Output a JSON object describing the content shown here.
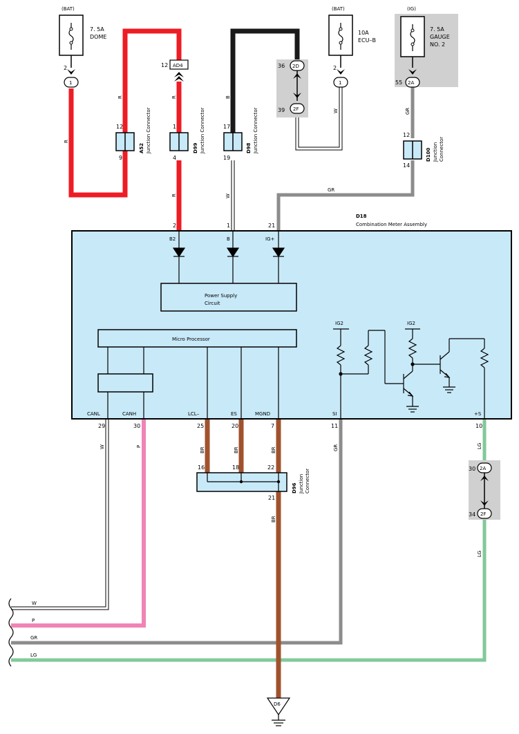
{
  "colors": {
    "red": "#ee1c25",
    "black": "#1a1a1a",
    "gray": "#8c8c8c",
    "brown": "#a0522d",
    "pink": "#ef85b5",
    "green": "#82c99a",
    "meter_bg": "#c8e9f8",
    "shade": "#d0d0d0"
  },
  "fuses": {
    "dome": {
      "source": "(BAT)",
      "rating": "7. 5A",
      "name": "DOME",
      "pin": "2",
      "conn": "1"
    },
    "ecub": {
      "source": "(BAT)",
      "rating": "10A",
      "name": "ECU–B",
      "pin": "2",
      "conn": "1"
    },
    "gauge": {
      "source": "(IG)",
      "rating": "7. 5A",
      "name1": "GAUGE",
      "name2": "NO. 2",
      "pin": "55",
      "conn": "2A"
    }
  },
  "connectors": {
    "ad4": {
      "label": "AD4",
      "pin": "12"
    },
    "c2d": {
      "label": "2D",
      "pin": "36"
    },
    "c2f_top": {
      "label": "2F",
      "pin": "39"
    },
    "c2a_low": {
      "label": "2A",
      "pin": "30"
    },
    "c2f_low": {
      "label": "2F",
      "pin": "34"
    }
  },
  "junctions": {
    "a52": {
      "code": "A52",
      "desc": "Junction Connector",
      "pin_top": "12",
      "pin_bot": "9"
    },
    "d99": {
      "code": "D99",
      "desc": "Junction Connector",
      "pin_top": "1",
      "pin_bot": "4"
    },
    "d98": {
      "code": "D98",
      "desc": "Junction Connector",
      "pin_top": "17",
      "pin_bot": "19"
    },
    "d100": {
      "code": "D100",
      "desc1": "Junction",
      "desc2": "Connector",
      "pin_top": "12",
      "pin_bot": "14"
    },
    "d96": {
      "code": "D96",
      "desc1": "Junction",
      "desc2": "Connector",
      "pin_16": "16",
      "pin_18": "18",
      "pin_22": "22",
      "pin_21": "21"
    }
  },
  "wires": {
    "r": "R",
    "b": "B",
    "w": "W",
    "gr": "GR",
    "br": "BR",
    "p": "P",
    "lg": "LG"
  },
  "meter": {
    "code": "D18",
    "name": "Combination Meter Assembly",
    "pins_top": {
      "b2": "2",
      "b": "1",
      "ig": "21"
    },
    "terms_top": {
      "b2": "B2",
      "b": "B",
      "ig": "IG+"
    },
    "power_supply1": "Power Supply",
    "power_supply2": "Circuit",
    "micro": "Micro Processor",
    "ig2a": "IG2",
    "ig2b": "IG2",
    "terms_bot": {
      "canl": "CANL",
      "canh": "CANH",
      "lcl": "LCL–",
      "es": "ES",
      "mgnd": "MGND",
      "si": "SI",
      "s": "+S"
    },
    "pins_bot": {
      "canl": "29",
      "canh": "30",
      "lcl": "25",
      "es": "20",
      "mgnd": "7",
      "si": "11",
      "s": "10"
    }
  },
  "ground": {
    "label": "D6"
  }
}
